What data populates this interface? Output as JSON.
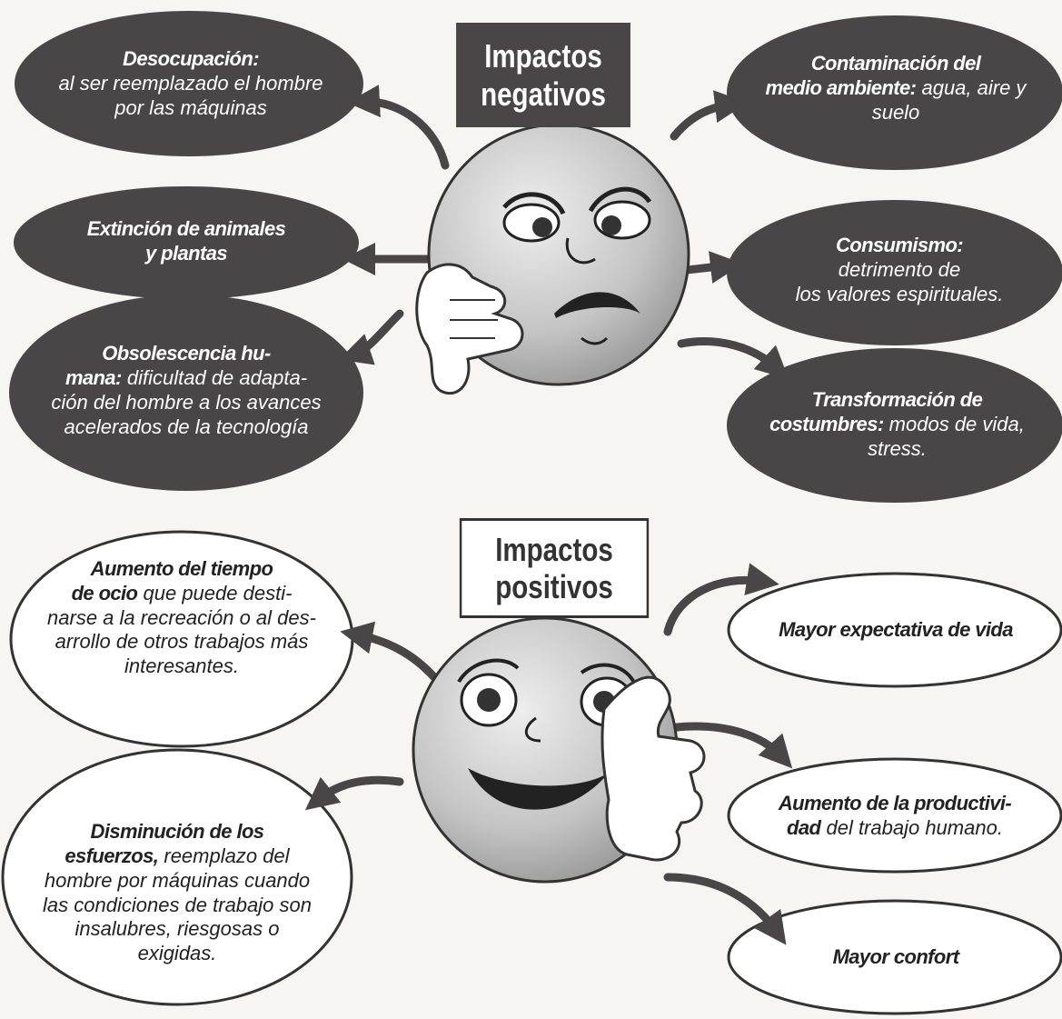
{
  "negative": {
    "title": [
      "Impactos",
      "negativos"
    ],
    "bubbles": [
      {
        "bold": "Desocupación:",
        "lines": [
          "al ser reemplazado el hombre",
          "por las máquinas"
        ]
      },
      {
        "bold": "Extinción de animales",
        "bold2": "y plantas"
      },
      {
        "bold": "Obsolescencia hu-",
        "bold_line2": "mana:",
        "line2_rest": " dificultad de adapta-",
        "lines": [
          "ción del hombre a los avances",
          "acelerados de la tecnología"
        ]
      },
      {
        "bold": "Contaminación del",
        "bold_line2": "medio ambiente:",
        "line2_rest": " agua, aire y",
        "lines": [
          "suelo"
        ]
      },
      {
        "bold": "Consumismo:",
        "lines": [
          "detrimento de",
          "los valores espirituales."
        ]
      },
      {
        "bold": "Transformación de",
        "bold_line2": "costumbres:",
        "line2_rest": " modos de vida,",
        "lines": [
          "stress."
        ]
      }
    ]
  },
  "positive": {
    "title": [
      "Impactos",
      "positivos"
    ],
    "bubbles": [
      {
        "bold": "Aumento del tiempo",
        "bold_line2": "de ocio",
        "line2_rest": " que puede desti-",
        "lines": [
          "narse a la recreación o al des-",
          "arrollo de otros trabajos más",
          "interesantes."
        ]
      },
      {
        "bold": "Disminución de los",
        "bold_line2": "esfuerzos,",
        "line2_rest": " reemplazo del",
        "lines": [
          "hombre por máquinas cuando",
          "las condiciones de trabajo son",
          "insalubres, riesgosas o",
          "exigidas."
        ]
      },
      {
        "bold": "Mayor expectativa de vida"
      },
      {
        "bold": "Aumento de la productivi-",
        "bold_line2": "dad",
        "line2_rest": " del trabajo humano."
      },
      {
        "bold": "Mayor confort"
      }
    ]
  },
  "colors": {
    "dark_bubble": "#4a4648",
    "face_fill": "#c9c9c9",
    "background": "#f6f5f2",
    "arrow": "#4a4648"
  }
}
